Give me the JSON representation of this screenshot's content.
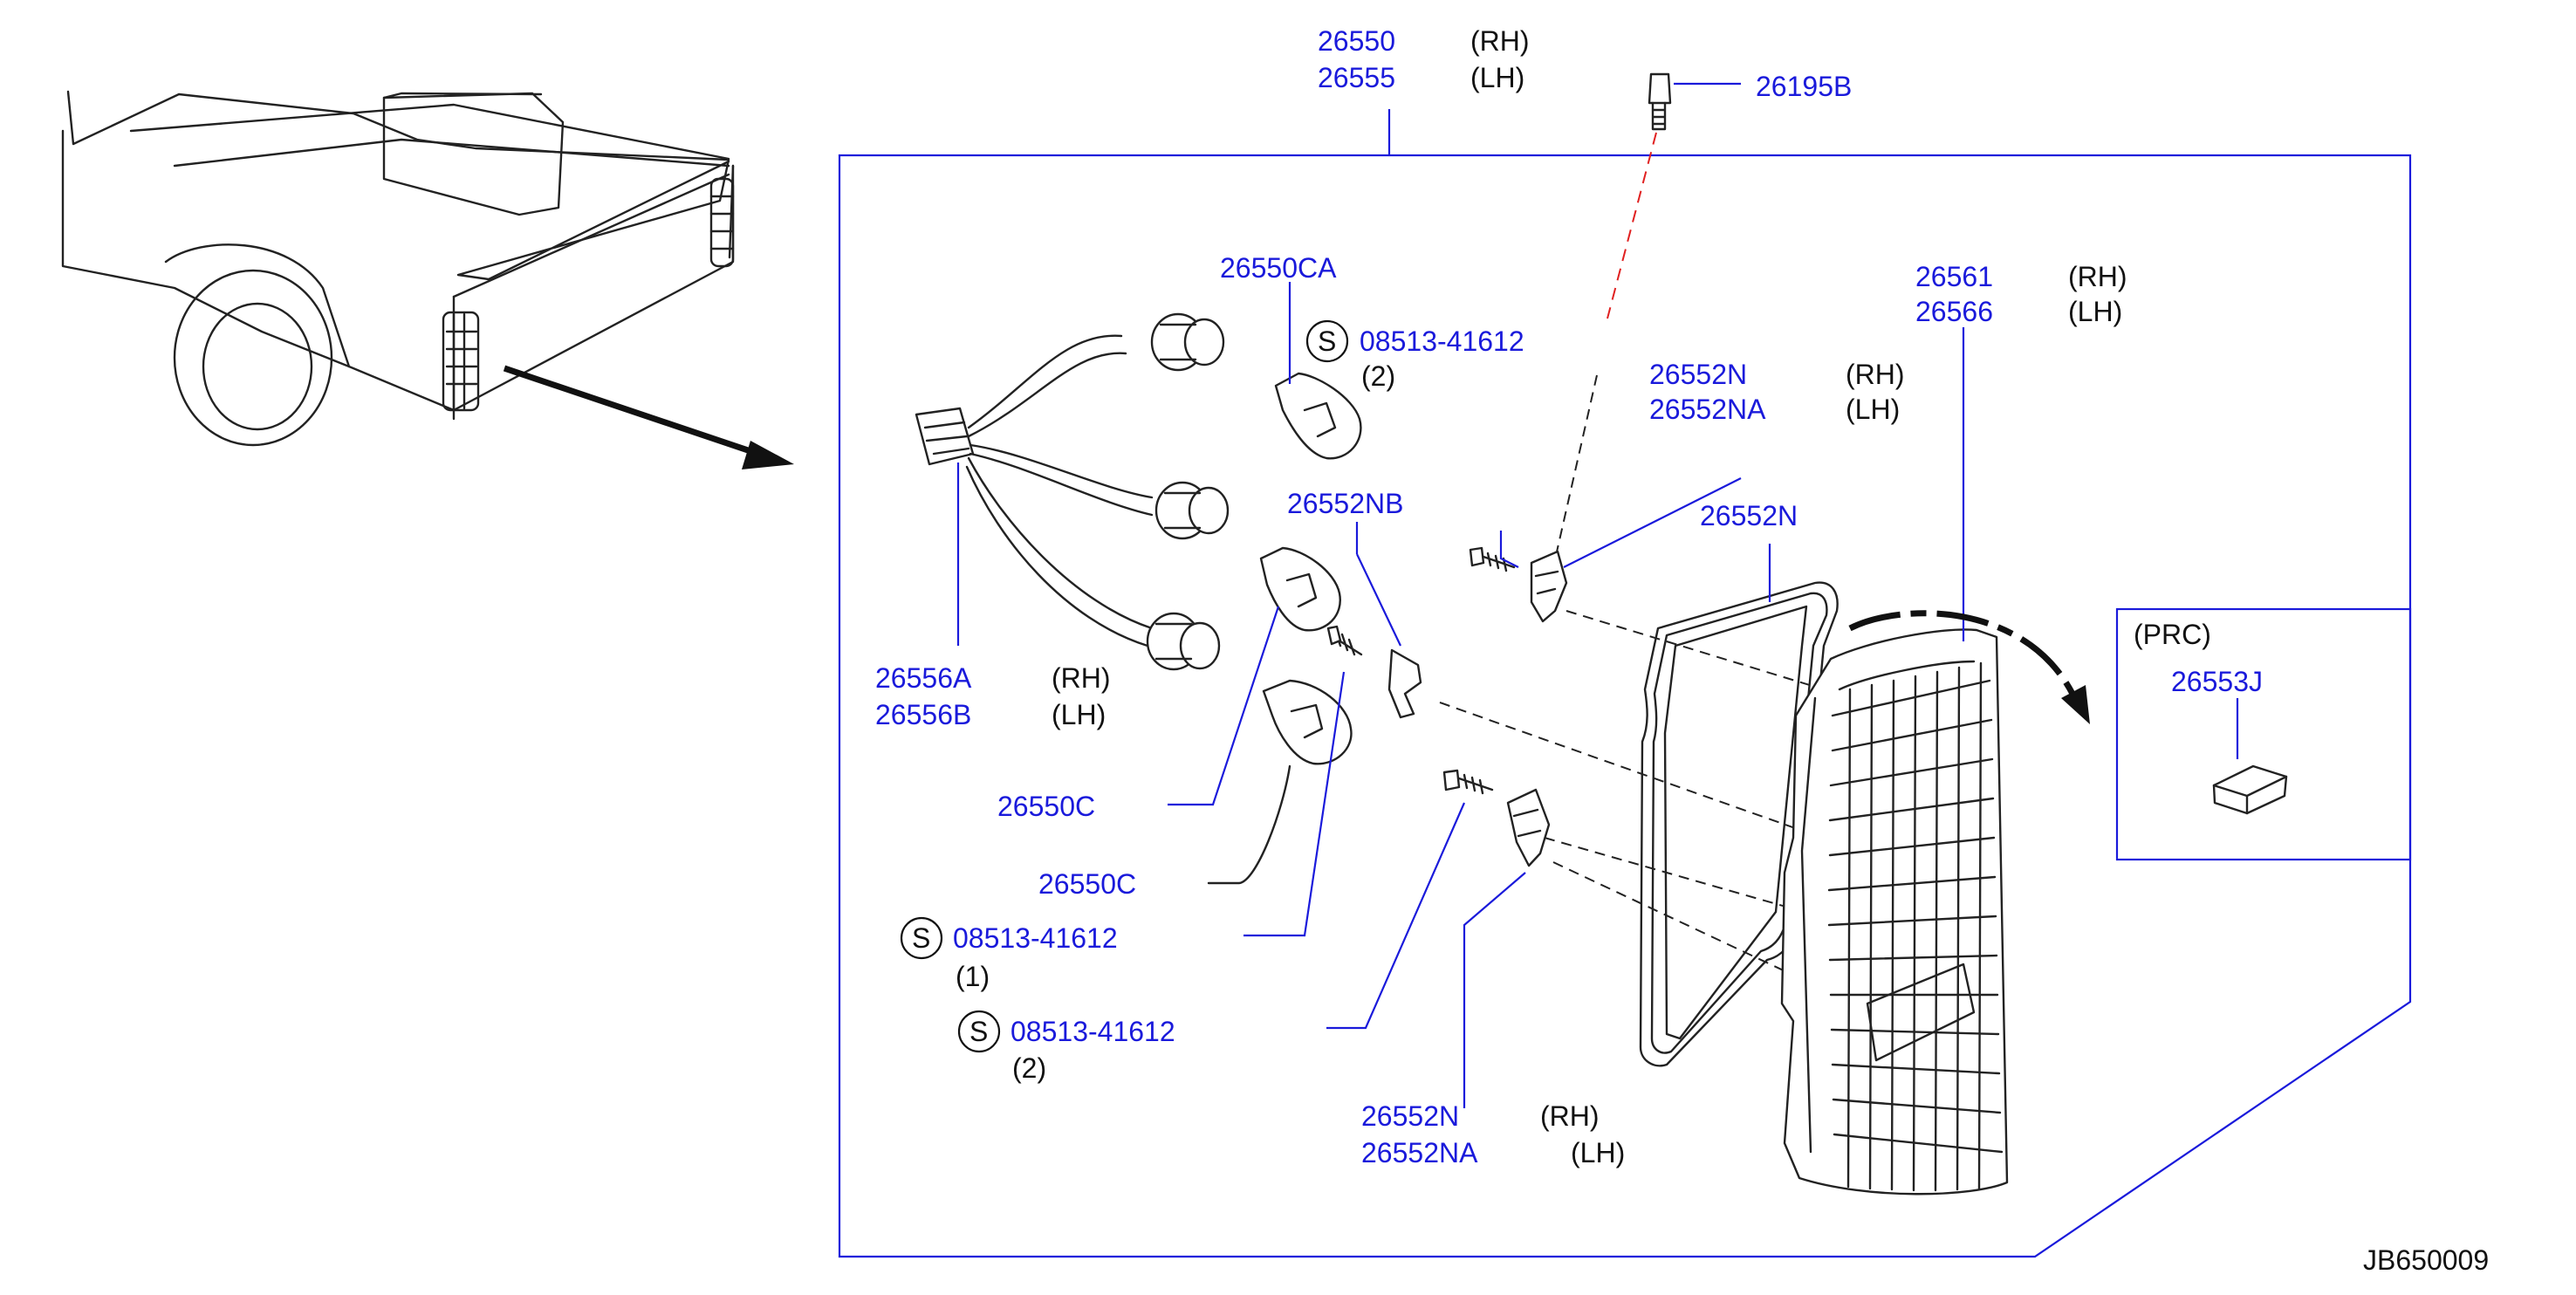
{
  "labels": {
    "harness_rh": "26556A",
    "harness_lh": "26556B",
    "lamp_rh": "26550",
    "lamp_lh": "26555",
    "screw_top": "26195B",
    "bulb_ca": "26550CA",
    "screw_1": "08513-41612",
    "screw_1_qty": "(2)",
    "bracket_upper_rh": "26552N",
    "bracket_upper_lh": "26552NA",
    "lens_rh": "26561",
    "lens_lh": "26566",
    "socket_nb": "26552NB",
    "gasket": "26552N",
    "bulb_c1": "26550C",
    "bulb_c2": "26550C",
    "screw_2": "08513-41612",
    "screw_2_qty": "(1)",
    "screw_3": "08513-41612",
    "screw_3_qty": "(2)",
    "bracket_lower_rh": "26552N",
    "bracket_lower_lh": "26552NA",
    "inset_title": "(PRC)",
    "inset_part": "26553J",
    "diagram_id": "JB650009"
  },
  "sides": {
    "rh": "(RH)",
    "lh": "(LH)"
  },
  "symbols": {
    "s": "S"
  },
  "icons": [
    "truck-rear-icon",
    "arrow-icon",
    "harness-icon",
    "bulb-icon",
    "screw-icon",
    "bracket-icon",
    "gasket-icon",
    "lens-icon",
    "pad-icon"
  ]
}
